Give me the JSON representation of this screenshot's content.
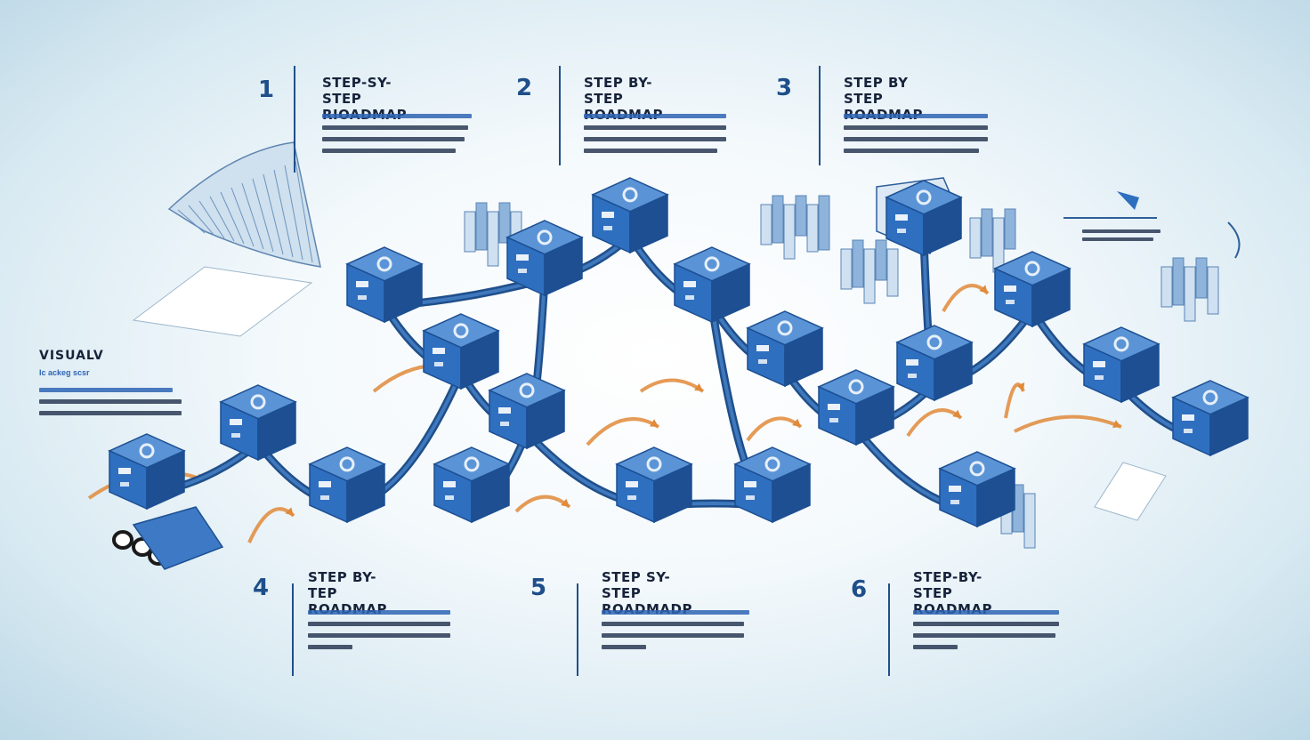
{
  "steps": [
    {
      "num": "1",
      "title": "STEP-SY-STEP\nRIOADMAP"
    },
    {
      "num": "2",
      "title": "STEP BY-STEP\nROADMAP"
    },
    {
      "num": "3",
      "title": "STEP BY STEP\nROADMAP"
    },
    {
      "num": "4",
      "title": "STEP BY-TEP\nROADMAP"
    },
    {
      "num": "5",
      "title": "STEP SY-STEP\nROADMADP"
    },
    {
      "num": "6",
      "title": "STEP-BY-STEP\nROADMAP"
    }
  ],
  "side_label": "VISUALV",
  "side_sub": "Ic ackeg scsr",
  "colors": {
    "cube": "#2e6fc0",
    "cube_dark": "#1d4f92",
    "cube_light": "#5a94d6",
    "arrow": "#e08a3a",
    "pipe": "#1f4f8a"
  }
}
